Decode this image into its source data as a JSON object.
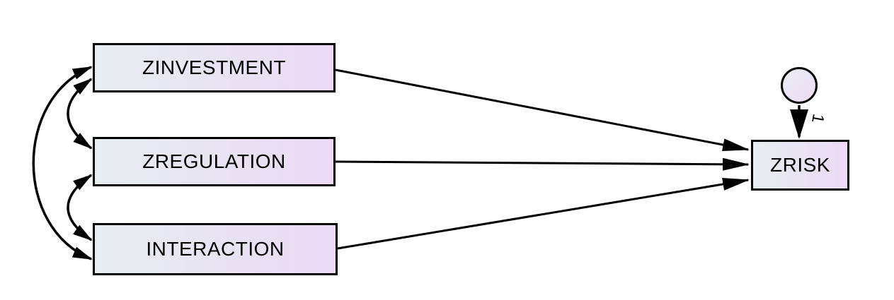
{
  "diagram": {
    "title": "path-model",
    "background_color": "#ffffff",
    "line_color": "#000000",
    "node_border_color": "#000000",
    "node_fill_gradient": [
      "#e6eef0",
      "#ecdaf7"
    ],
    "text_color": "#000000",
    "nodes": {
      "zinvestment": {
        "label": "ZINVESTMENT",
        "shape": "rectangle"
      },
      "zregulation": {
        "label": "ZREGULATION",
        "shape": "rectangle"
      },
      "interaction": {
        "label": "INTERACTION",
        "shape": "rectangle"
      },
      "zrisk": {
        "label": "ZRISK",
        "shape": "rectangle"
      },
      "error": {
        "label": "",
        "shape": "circle"
      }
    },
    "labels": {
      "error_path_weight": "1"
    },
    "edges": [
      {
        "from": "zinvestment",
        "to": "zrisk",
        "type": "single-headed-arrow"
      },
      {
        "from": "zregulation",
        "to": "zrisk",
        "type": "single-headed-arrow"
      },
      {
        "from": "interaction",
        "to": "zrisk",
        "type": "single-headed-arrow"
      },
      {
        "from": "error",
        "to": "zrisk",
        "type": "single-headed-arrow",
        "weight": "1"
      },
      {
        "from": "zinvestment",
        "to": "zregulation",
        "type": "double-headed-curve"
      },
      {
        "from": "zregulation",
        "to": "interaction",
        "type": "double-headed-curve"
      },
      {
        "from": "zinvestment",
        "to": "interaction",
        "type": "double-headed-curve"
      }
    ]
  }
}
